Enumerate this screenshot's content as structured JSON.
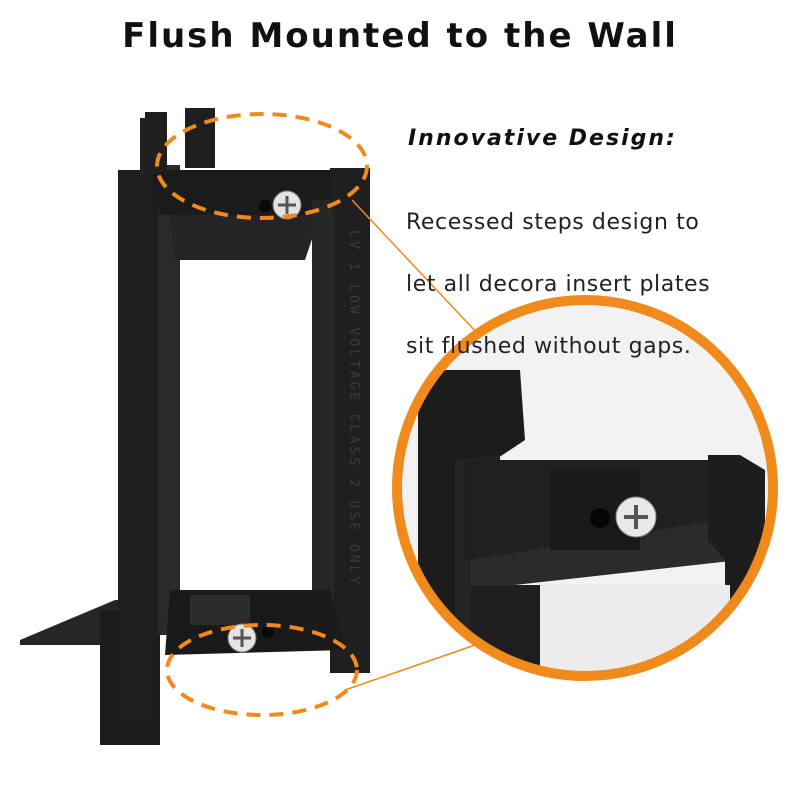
{
  "title": "Flush Mounted to the Wall",
  "feature": {
    "heading": "Innovative Design:",
    "description_lines": [
      "Recessed steps design to",
      "let all decora insert plates",
      "sit flushed without gaps."
    ]
  },
  "bracket_imprint": "LV-1 LOW VOLTAGE CLASS 2 USE ONLY",
  "colors": {
    "accent": "#F08A1C",
    "bracket": "#1E1E1E",
    "bracket_shade": "#2C2C2C",
    "background": "#FFFFFF",
    "text": "#111111"
  },
  "icons": [
    "screw-icon"
  ]
}
